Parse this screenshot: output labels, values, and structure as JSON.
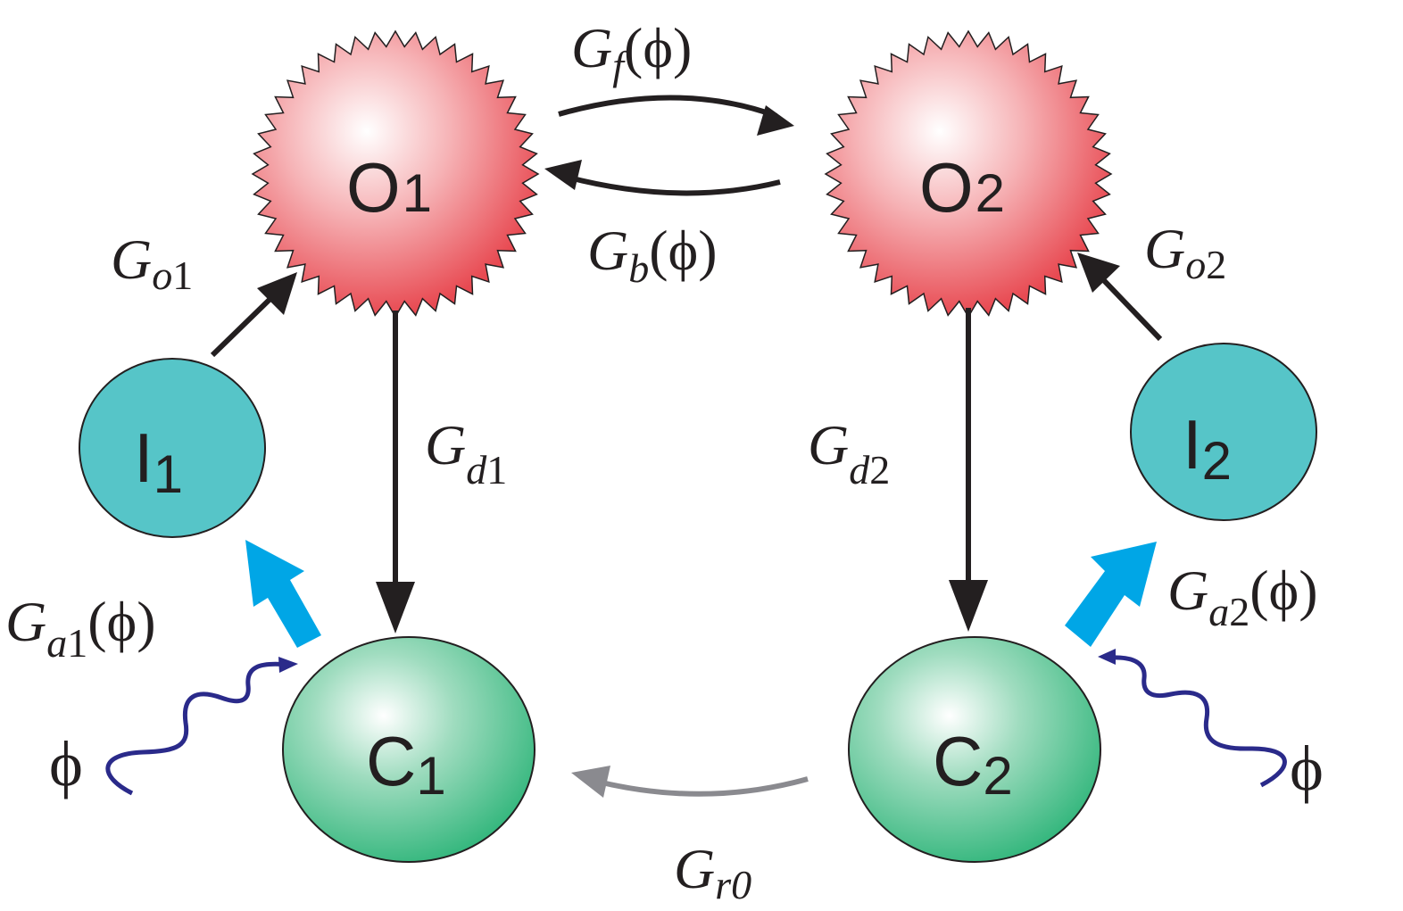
{
  "states": {
    "O1": {
      "letter": "O",
      "sub": "1"
    },
    "O2": {
      "letter": "O",
      "sub": "2"
    },
    "I1": {
      "letter": "I",
      "sub": "1"
    },
    "I2": {
      "letter": "I",
      "sub": "2"
    },
    "C1": {
      "letter": "C",
      "sub": "1"
    },
    "C2": {
      "letter": "C",
      "sub": "2"
    }
  },
  "rates": {
    "gf": {
      "main": "G",
      "sub": "f",
      "arg": "(ϕ)"
    },
    "gb": {
      "main": "G",
      "sub": "b",
      "arg": "(ϕ)"
    },
    "go1": {
      "main": "G",
      "sub": "o",
      "subnum": "1"
    },
    "go2": {
      "main": "G",
      "sub": "o",
      "subnum": "2"
    },
    "gd1": {
      "main": "G",
      "sub": "d",
      "subnum": "1"
    },
    "gd2": {
      "main": "G",
      "sub": "d",
      "subnum": "2"
    },
    "ga1": {
      "main": "G",
      "sub": "a",
      "subnum": "1",
      "arg": "(ϕ)"
    },
    "ga2": {
      "main": "G",
      "sub": "a",
      "subnum": "2",
      "arg": "(ϕ)"
    },
    "gr0": {
      "main": "G",
      "sub": "r0"
    }
  },
  "light": {
    "left": "ϕ",
    "right": "ϕ"
  },
  "colors": {
    "open": "#e84a52",
    "inactivated": "#56c5c8",
    "closed": "#2fb57a",
    "arrow": "#231f20",
    "recovery_arrow": "#8a8a8f",
    "activation_arrow": "#00a6e6",
    "light_wave": "#2a2a8a"
  }
}
